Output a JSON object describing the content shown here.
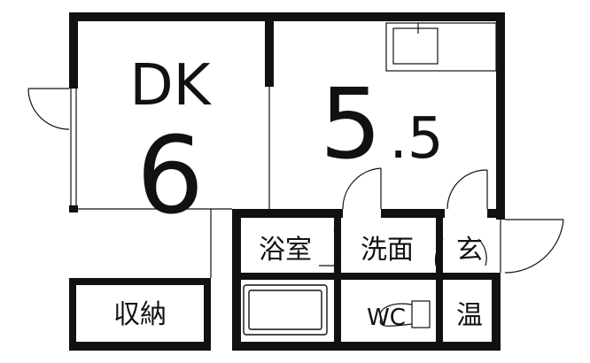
{
  "rooms": {
    "dk": {
      "label": "DK",
      "size": "6"
    },
    "western": {
      "size_main": "5",
      "size_decimal": ".5"
    },
    "bath": {
      "label": "浴室"
    },
    "washroom": {
      "label": "洗面"
    },
    "entrance": {
      "label": "玄"
    },
    "storage": {
      "label": "収納"
    },
    "toilet": {
      "label": "WC"
    },
    "water_heater": {
      "label": "温"
    }
  },
  "colors": {
    "wall": "#111111",
    "background": "#ffffff"
  }
}
